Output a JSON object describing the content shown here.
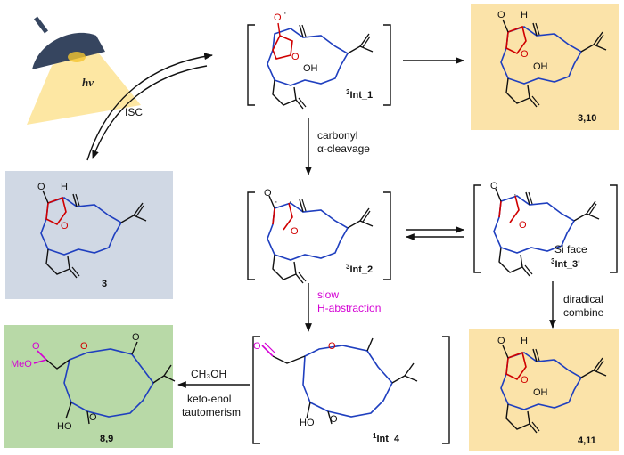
{
  "colors": {
    "highlight_box": "#fbe3a9",
    "start_box": "#d0d8e4",
    "final_box": "#b8d9a7",
    "backbone_blue": "#1f3fbf",
    "furan_red": "#d00000",
    "aldehyde_magenta": "#d400d4",
    "lamp_dark": "#36455f",
    "lamp_light": "#fde7a3"
  },
  "lamp": {
    "label": "hv",
    "icon": "lamp-icon"
  },
  "arrows": {
    "isc": "ISC",
    "carbonyl_line1": "carbonyl",
    "carbonyl_line2": "α-cleavage",
    "slow": "slow",
    "h_abstraction": "H-abstraction",
    "diradical_line1": "diradical",
    "diradical_line2": "combine",
    "methanol": "CH₃OH",
    "keto_enol_line1": "keto-enol",
    "keto_enol_line2": "tautomerism"
  },
  "compounds": {
    "start": {
      "label": "3"
    },
    "int1": {
      "prefix": "3",
      "label": "Int_1"
    },
    "product_top": {
      "label": "3,10"
    },
    "int2": {
      "prefix": "3",
      "label": "Int_2"
    },
    "int3": {
      "prefix": "3",
      "label": "Int_3'",
      "note": "Si face"
    },
    "int4": {
      "prefix": "1",
      "label": "Int_4"
    },
    "product_bottom_right": {
      "label": "4,11"
    },
    "product_bottom_left": {
      "label": "8,9"
    }
  },
  "atoms": {
    "O": "O",
    "H": "H",
    "OH": "OH",
    "HO": "HO",
    "MeO": "MeO",
    "dot": "·"
  }
}
